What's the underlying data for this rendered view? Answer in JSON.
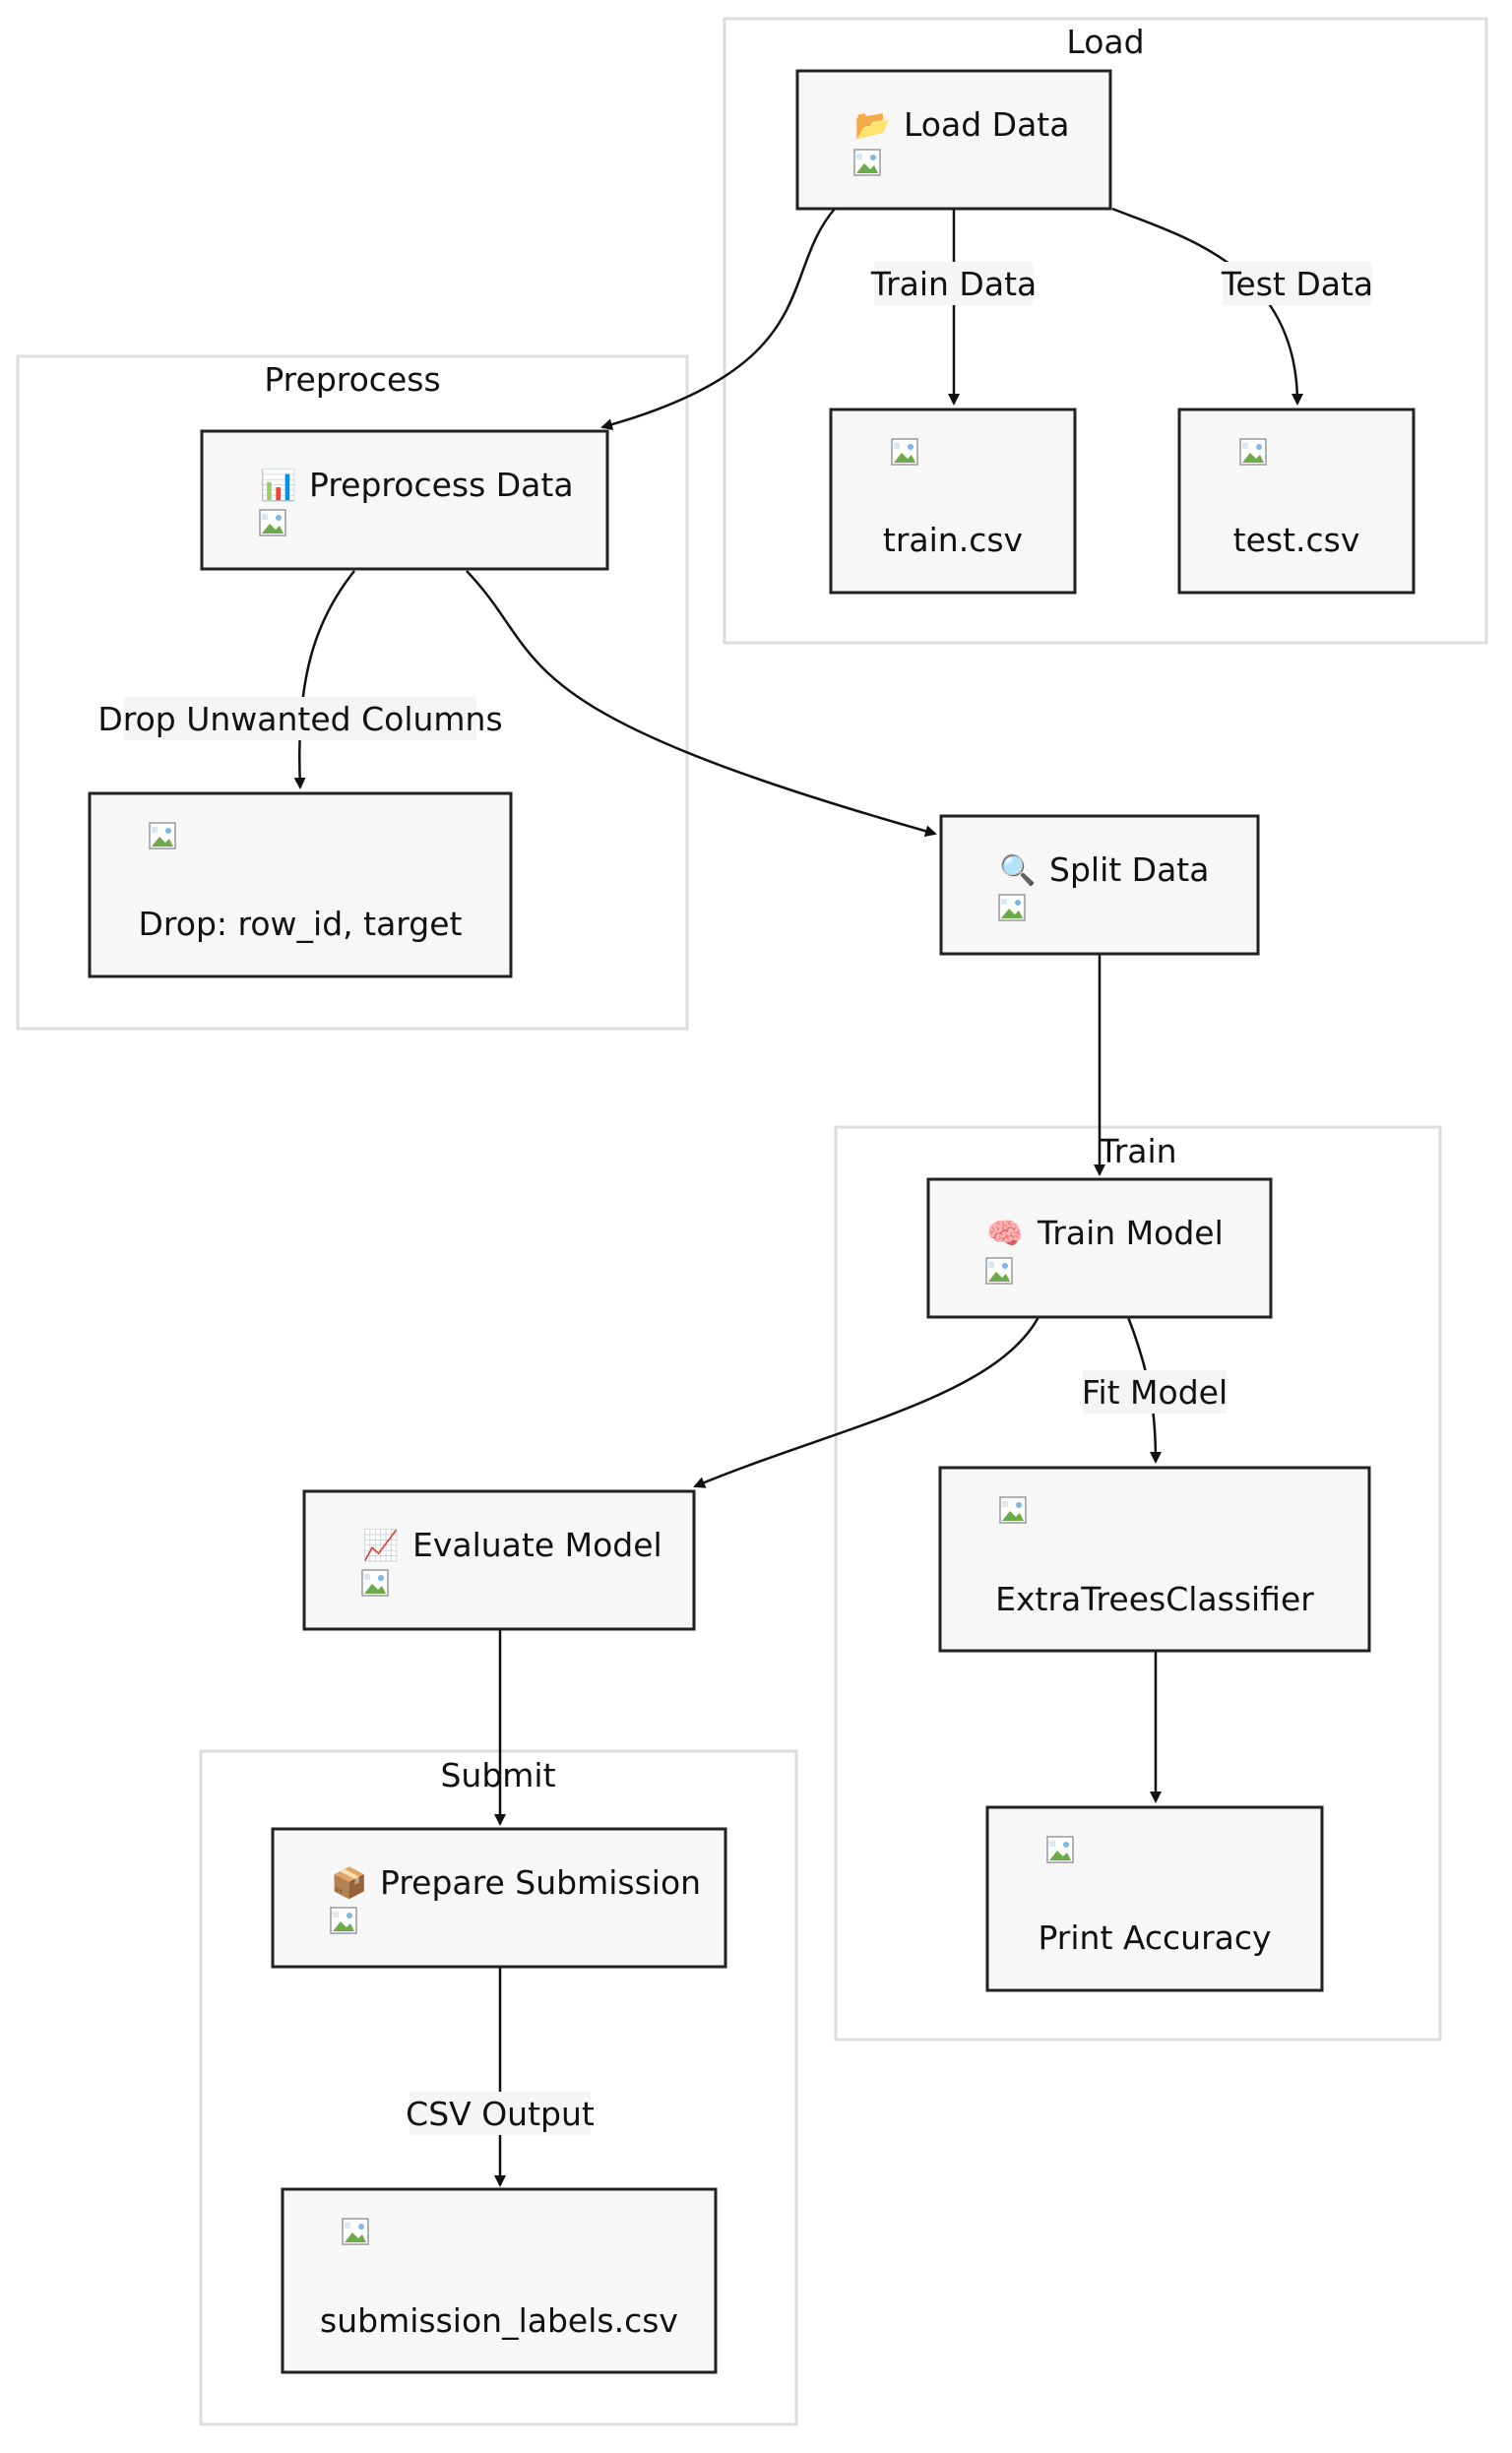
{
  "clusters": {
    "load": "Load",
    "preprocess": "Preprocess",
    "train": "Train",
    "submit": "Submit"
  },
  "nodes": {
    "load_data": {
      "icon": "folder-icon",
      "glyph": "📂",
      "label": "Load Data"
    },
    "train_csv": {
      "label": "train.csv"
    },
    "test_csv": {
      "label": "test.csv"
    },
    "preprocess_data": {
      "icon": "bar-chart-icon",
      "glyph": "📊",
      "label": "Preprocess Data"
    },
    "drop_cols": {
      "label": "Drop: row_id, target"
    },
    "split_data": {
      "icon": "magnifier-icon",
      "glyph": "🔍",
      "label": "Split Data"
    },
    "train_model": {
      "icon": "brain-icon",
      "glyph": "🧠",
      "label": "Train Model"
    },
    "extra_trees": {
      "label": "ExtraTreesClassifier"
    },
    "print_accuracy": {
      "label": "Print Accuracy"
    },
    "evaluate_model": {
      "icon": "line-chart-icon",
      "glyph": "📈",
      "label": "Evaluate Model"
    },
    "prepare_submission": {
      "icon": "package-icon",
      "glyph": "📦",
      "label": "Prepare Submission"
    },
    "submission_csv": {
      "label": "submission_labels.csv"
    }
  },
  "edges": {
    "train_data": "Train Data",
    "test_data": "Test Data",
    "drop_unwanted": "Drop Unwanted Columns",
    "fit_model": "Fit Model",
    "csv_output": "CSV Output"
  },
  "colors": {
    "node_fill": "#f7f7f7",
    "node_stroke": "#222222",
    "cluster_stroke": "#dcdcdc",
    "edge": "#111111"
  }
}
